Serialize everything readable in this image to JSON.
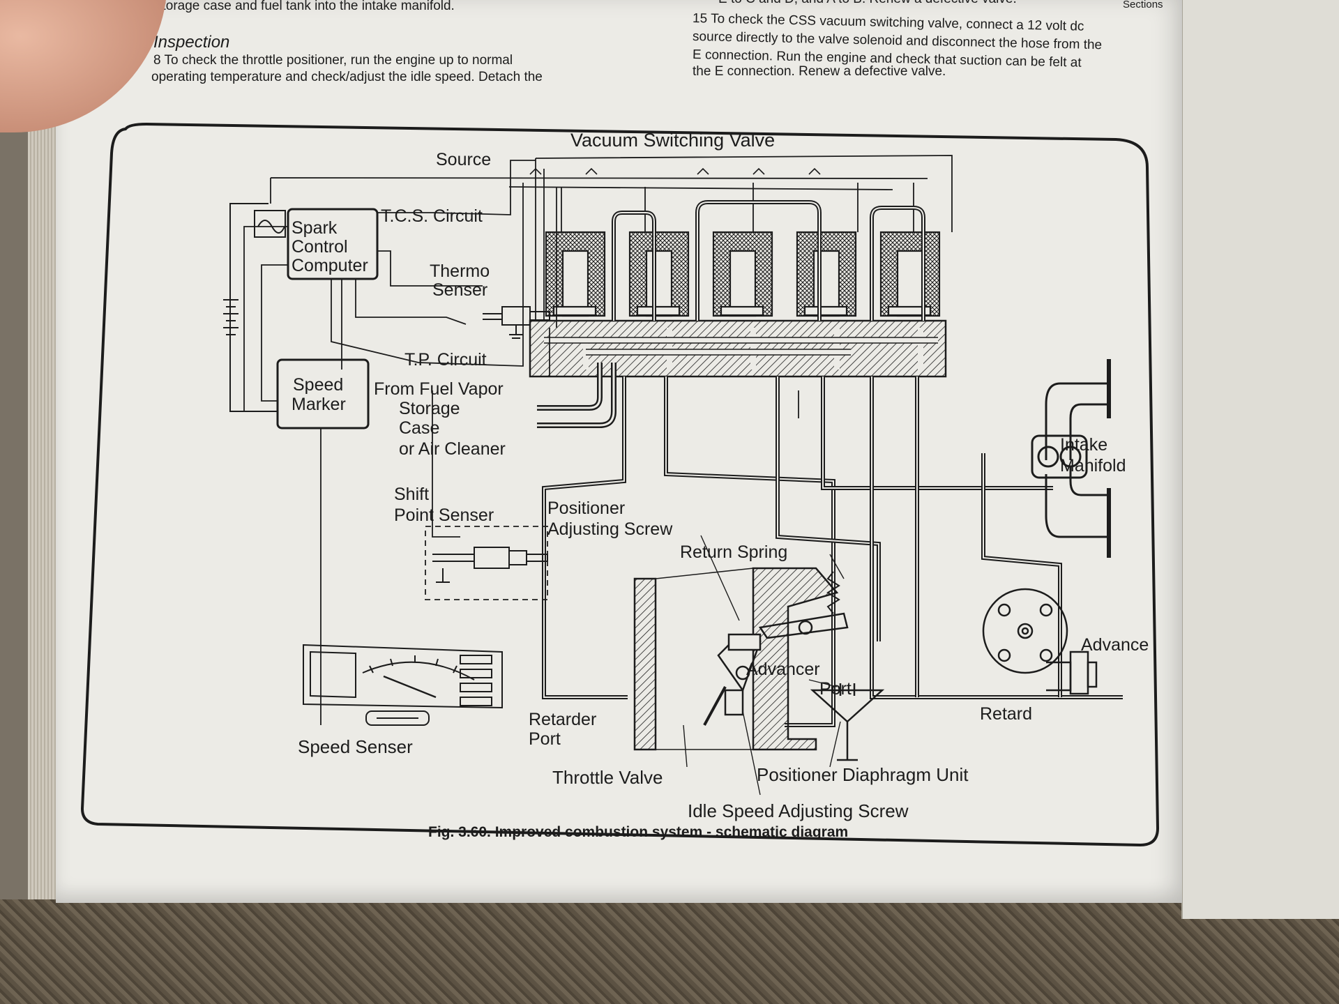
{
  "text_left": {
    "line_top": "storage case and fuel tank into the intake manifold.",
    "heading": "Inspection",
    "para_line1": "8   To check the throttle positioner, run the engine up to normal",
    "para_line2": "operating temperature and check/adjust the idle speed. Detach the"
  },
  "text_right": {
    "line_cut": "E to C and D, and A to B. Renew a defective valve.",
    "line1": "15 To check the CSS vacuum switching valve, connect a 12 volt dc",
    "line2": "source directly to the valve solenoid and disconnect the hose from the",
    "line3": "E connection. Run the engine and check that suction can be felt at",
    "line4": "the E connection. Renew a defective valve.",
    "corner": "Sections"
  },
  "diagram": {
    "labels": {
      "vacuum_switching_valve": "Vacuum Switching Valve",
      "source": "Source",
      "tcs_circuit": "T.C.S. Circuit",
      "spark_control_computer": [
        "Spark",
        "Control",
        "Computer"
      ],
      "thermo_senser": [
        "Thermo",
        "Senser"
      ],
      "tp_circuit": "T.P. Circuit",
      "speed_marker": [
        "Speed",
        "Marker"
      ],
      "from_fuel_vapor": [
        "From Fuel Vapor",
        "Storage",
        "Case",
        "or Air Cleaner"
      ],
      "shift_point_senser": [
        "Shift",
        "Point Senser"
      ],
      "positioner_adjusting_screw": [
        "Positioner",
        "Adjusting Screw"
      ],
      "return_spring": "Return Spring",
      "intake_manifold": [
        "Intake",
        "Manifold"
      ],
      "advance": "Advance",
      "retard": "Retard",
      "advancer_port": [
        "Advancer",
        "Port"
      ],
      "retarder_port": [
        "Retarder",
        "Port"
      ],
      "speed_senser": "Speed Senser",
      "throttle_valve": "Throttle Valve",
      "positioner_diaphragm_unit": "Positioner Diaphragm Unit",
      "idle_speed_adjusting_screw": "Idle Speed Adjusting Screw"
    },
    "caption": "Fig. 3.60. Improved combustion system - schematic diagram"
  },
  "colors": {
    "ink": "#1c1c1c",
    "paper": "#ecebe6"
  }
}
